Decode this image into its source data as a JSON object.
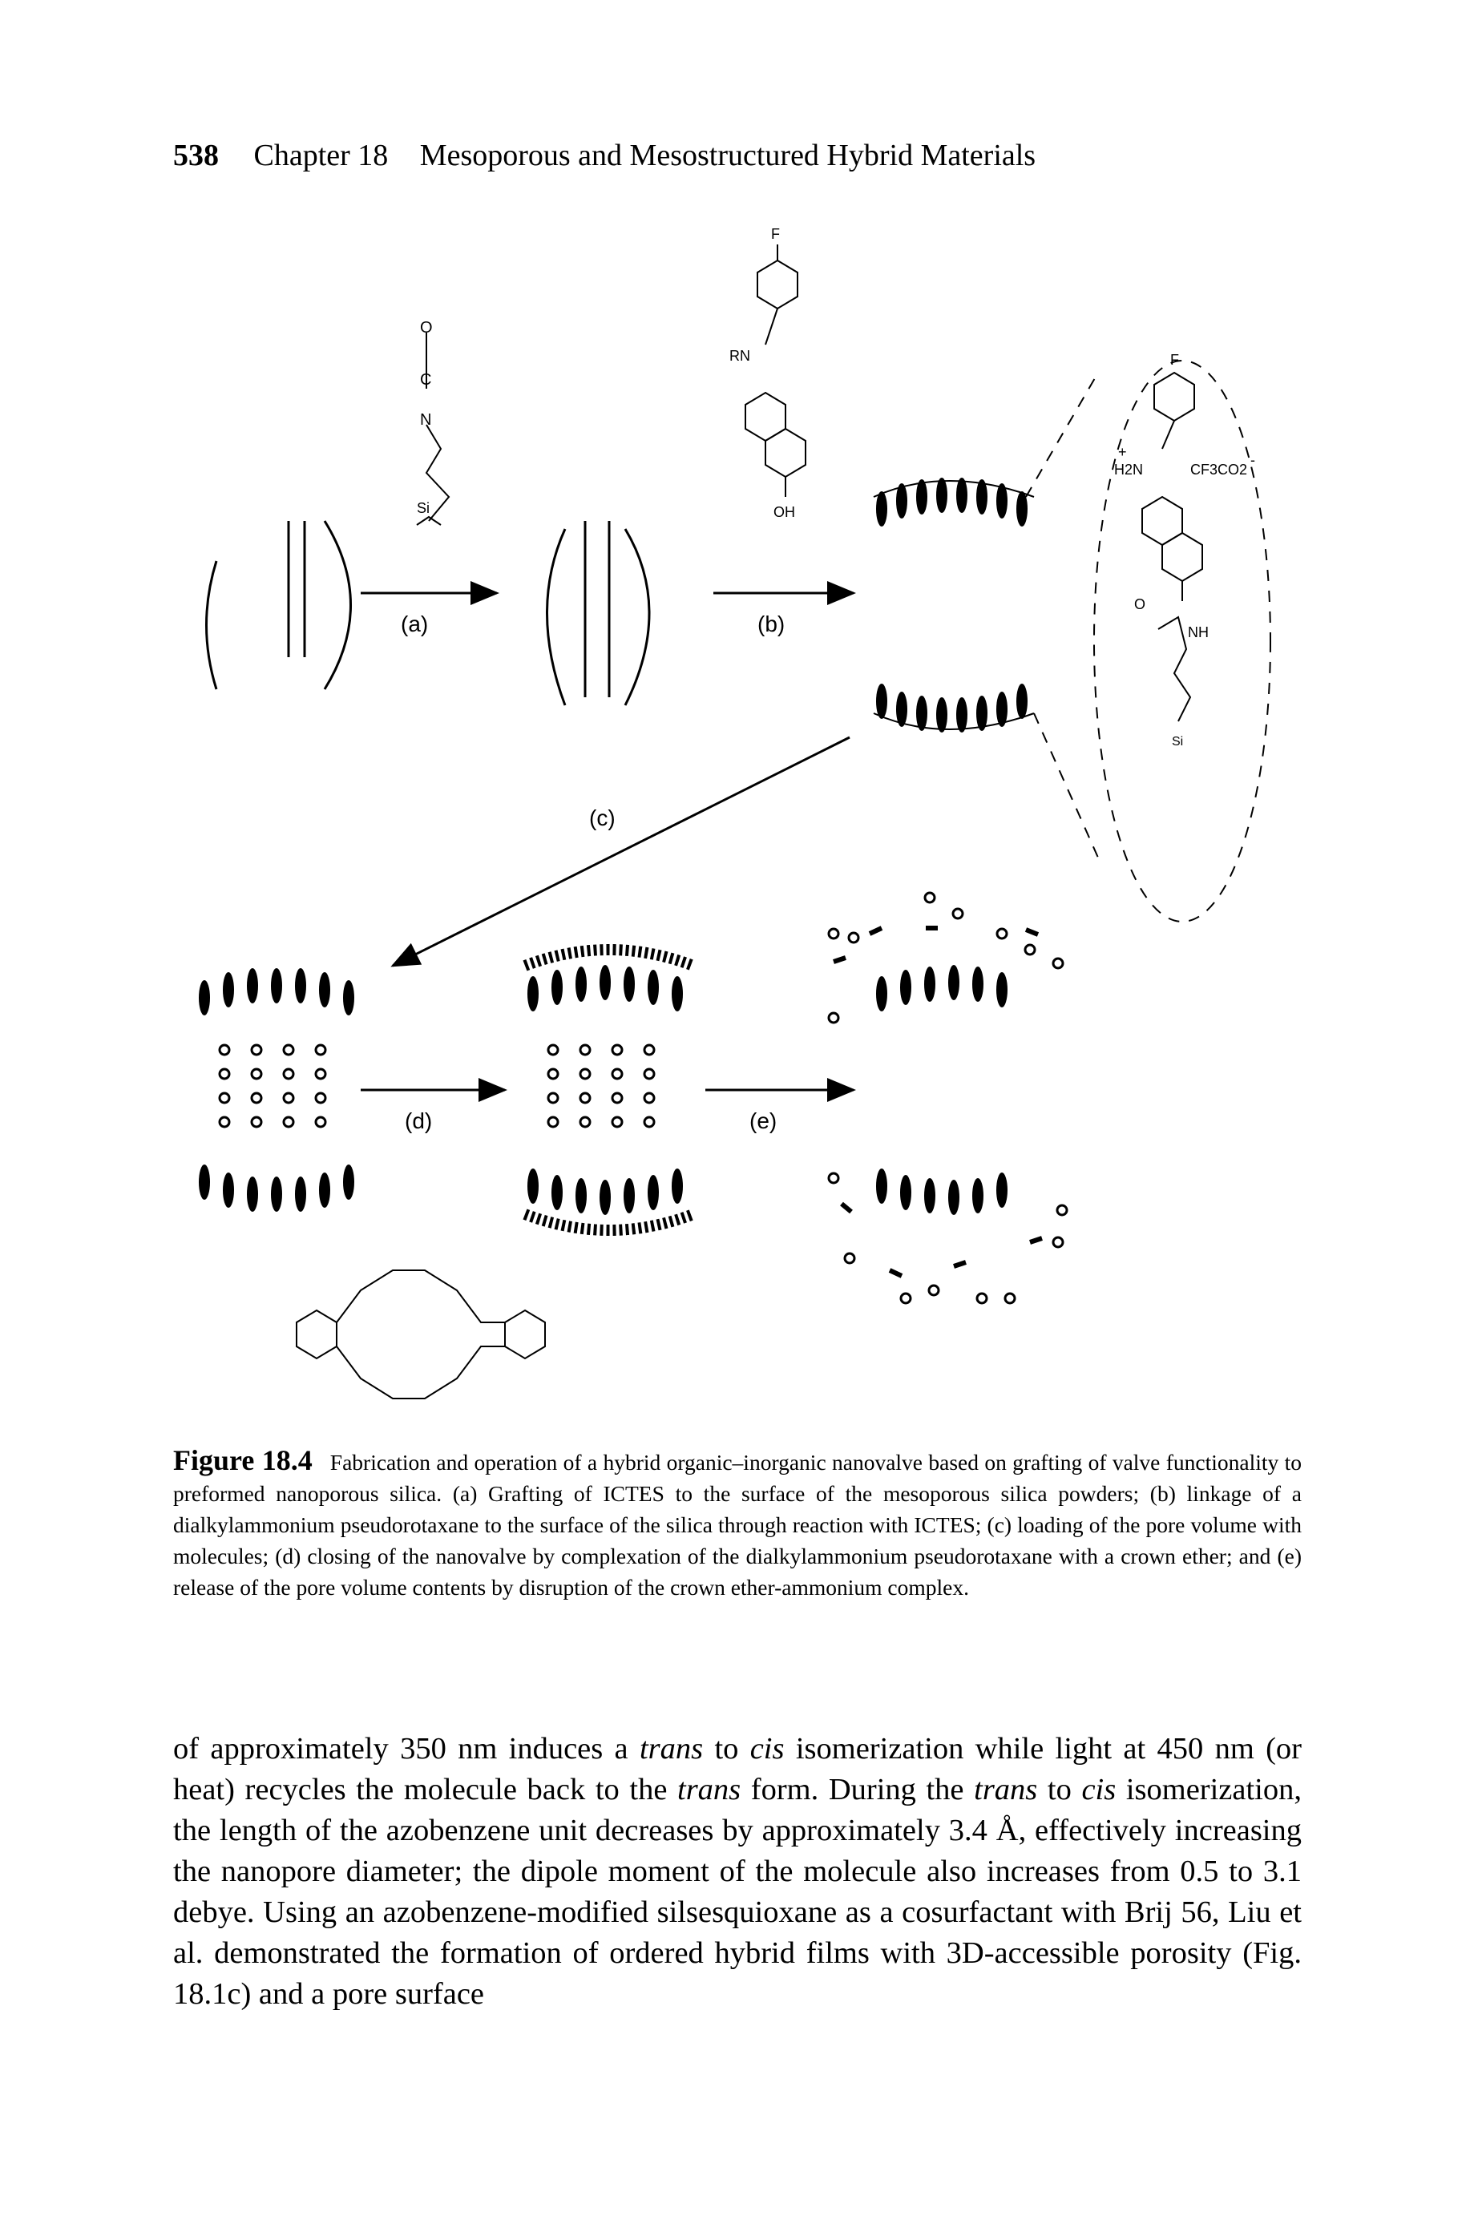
{
  "header": {
    "page_number": "538",
    "chapter": "Chapter 18",
    "title": "Mesoporous and Mesostructured Hybrid Materials"
  },
  "figure": {
    "step_labels": {
      "a": "(a)",
      "b": "(b)",
      "c": "(c)",
      "d": "(d)",
      "e": "(e)"
    },
    "chem_text": {
      "O": "O",
      "C": "C",
      "N": "N",
      "Si": "Si",
      "F": "F",
      "RN": "RN",
      "OH": "OH",
      "ammonium": "H2N",
      "plus": "+",
      "counterion": "CF3CO2",
      "minus": "-",
      "NH": "NH",
      "O2": "O",
      "Si2": "Si"
    }
  },
  "caption": {
    "label": "Figure 18.4",
    "text": "Fabrication and operation of a hybrid organic–inorganic nanovalve based on grafting of valve functionality to preformed nanoporous silica. (a) Grafting of ICTES to the surface of the mesoporous silica powders; (b) linkage of a dialkylammonium pseudorotaxane to the surface of the silica through reaction with ICTES; (c) loading of the pore volume with molecules; (d) closing of the nanovalve by complexation of the dialkylammonium pseudorotaxane with a crown ether; and (e) release of the pore volume contents by disruption of the crown ether-ammonium complex."
  },
  "body": {
    "t1": "of approximately 350 nm induces a ",
    "i1": "trans",
    "t2": " to ",
    "i2": "cis",
    "t3": " isomerization while light at 450 nm (or heat) recycles the molecule back to the ",
    "i3": "trans",
    "t4": " form. During the ",
    "i4": "trans",
    "t5": " to ",
    "i5": "cis",
    "t6": " isomerization, the length of the azobenzene unit decreases by approximately 3.4 Å, effectively increasing the nanopore diameter; the dipole moment of the molecule also increases from 0.5 to 3.1 debye. Using an azobenzene-modified silsesquioxane as a cosurfactant with Brij 56, Liu et al. demonstrated the formation of ordered hybrid films with 3D-accessible porosity (Fig. 18.1c) and a pore surface"
  }
}
